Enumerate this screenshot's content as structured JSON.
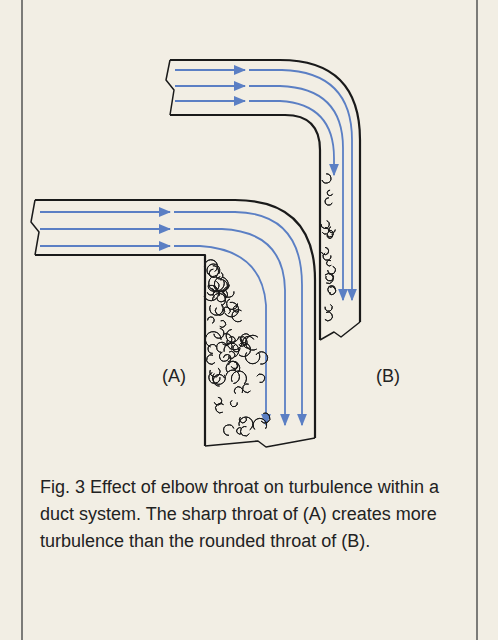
{
  "diagram": {
    "caption": "Fig. 3 Effect of elbow throat on turbulence within a duct system. The sharp throat of (A) creates more turbulence than the rounded throat of (B).",
    "labels": [
      "(A)",
      "(B)"
    ]
  }
}
